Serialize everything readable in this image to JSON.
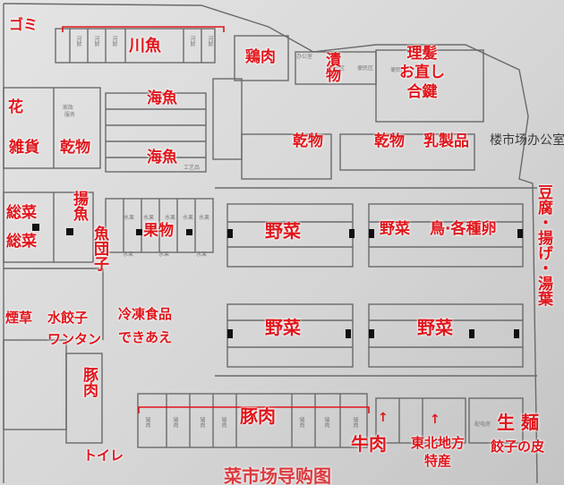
{
  "labels": {
    "gomi": "ゴミ",
    "kawazakana": "川魚",
    "toriniku": "鶏肉",
    "tsukemono": "漬物",
    "riyo": "理髪",
    "onaoshi": "お直し",
    "aikagi": "合鍵",
    "hana": "花",
    "umizakana": "海魚",
    "zakka": "雑貨",
    "kanbutsu": "乾物",
    "nyuseihin": "乳製品",
    "sozai": "総菜",
    "ageuo": "揚魚",
    "uodango": "魚団子",
    "kudamono": "果物",
    "yasai": "野菜",
    "tori_tamago": "鳥·各種卵",
    "tofu": "豆腐・揚げ・湯葉",
    "tabako": "煙草",
    "suigyoza": "水餃子",
    "wantan": "ワンタン",
    "reito": "冷凍食品",
    "dekiae": "できあえ",
    "butaniku": "豚肉",
    "gyuniku": "牛肉",
    "tohoku": "東北地方",
    "tokusan": "特産",
    "seimen": "生 麺",
    "gyozanokawa": "餃子の皮",
    "toire": "トイレ",
    "arrow": "↑"
  },
  "sign": {
    "office": "楼市场办公室",
    "market": "菜市场导购图"
  },
  "small_text": [
    "河鲜",
    "办公室",
    "便民区",
    "家政",
    "服务",
    "工艺品",
    "水果",
    "猪肉",
    "配电房"
  ],
  "colors": {
    "annotation": "#e0151b",
    "plan_lines": "#6a6a6a",
    "background": "#d9d9d9"
  }
}
